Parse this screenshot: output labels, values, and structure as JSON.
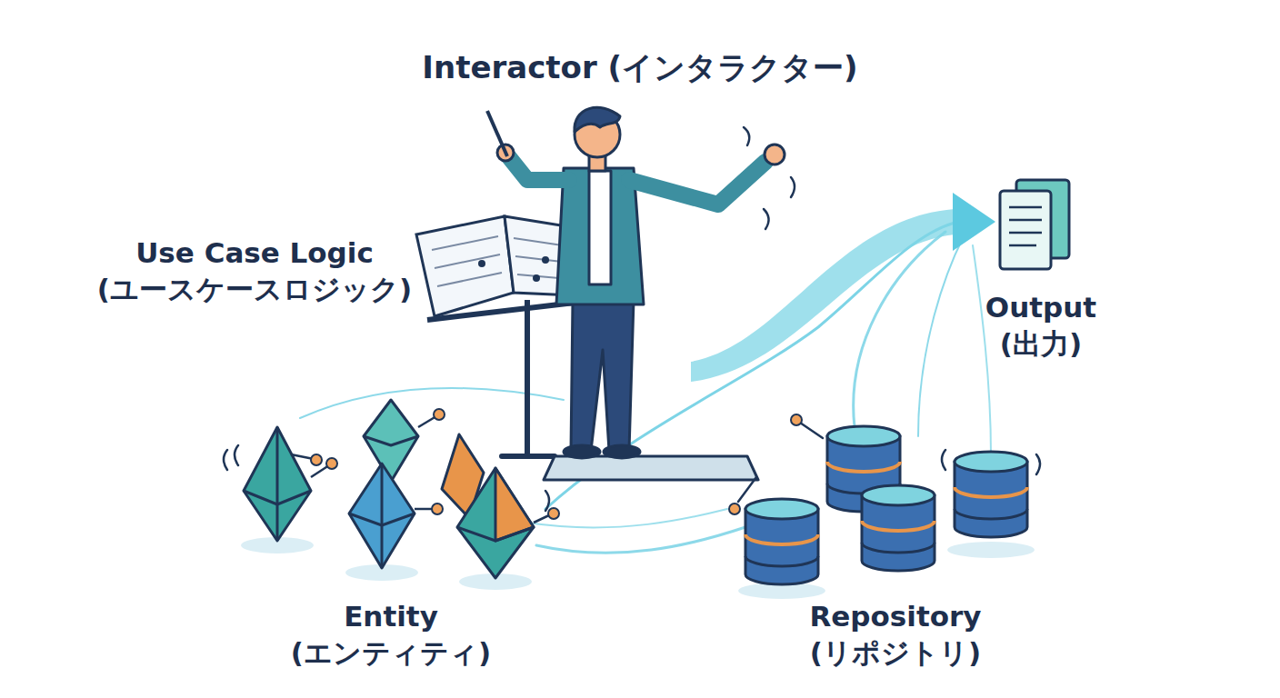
{
  "diagram": {
    "title": "Interactor (インタラクター)",
    "labels": [
      "Use Case Logic (ユースケースロジック)",
      "Output (出力)",
      "Entity (エンティティ)",
      "Repository (リポジトリ)"
    ]
  }
}
